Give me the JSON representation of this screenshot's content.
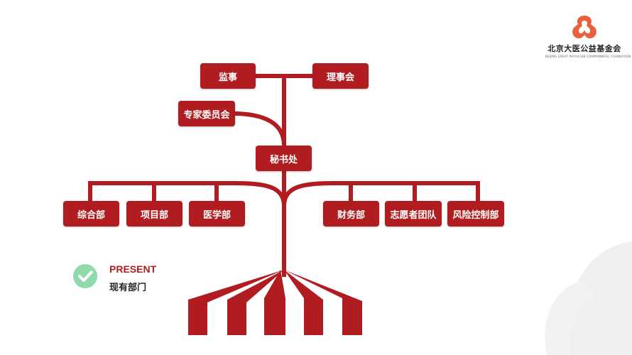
{
  "logo": {
    "name": "北京大医公益基金会",
    "subtitle": "BEIJING GREAT PHYSICIAN COMMONWEAL FOUNDATION"
  },
  "org": {
    "supervisor": "监事",
    "board": "理事会",
    "expert_committee": "专家委员会",
    "secretariat": "秘书处",
    "left_departments": [
      "综合部",
      "项目部",
      "医学部"
    ],
    "right_departments": [
      "财务部",
      "志愿者团队",
      "风险控制部"
    ]
  },
  "legend": {
    "title": "PRESENT",
    "subtitle": "现有部门",
    "icon": "check-circle-icon"
  },
  "colors": {
    "primary": "#b01c1f",
    "logo_orange": "#e8603c",
    "legend_green": "#8fd9ab",
    "watermark": "#efefef"
  }
}
